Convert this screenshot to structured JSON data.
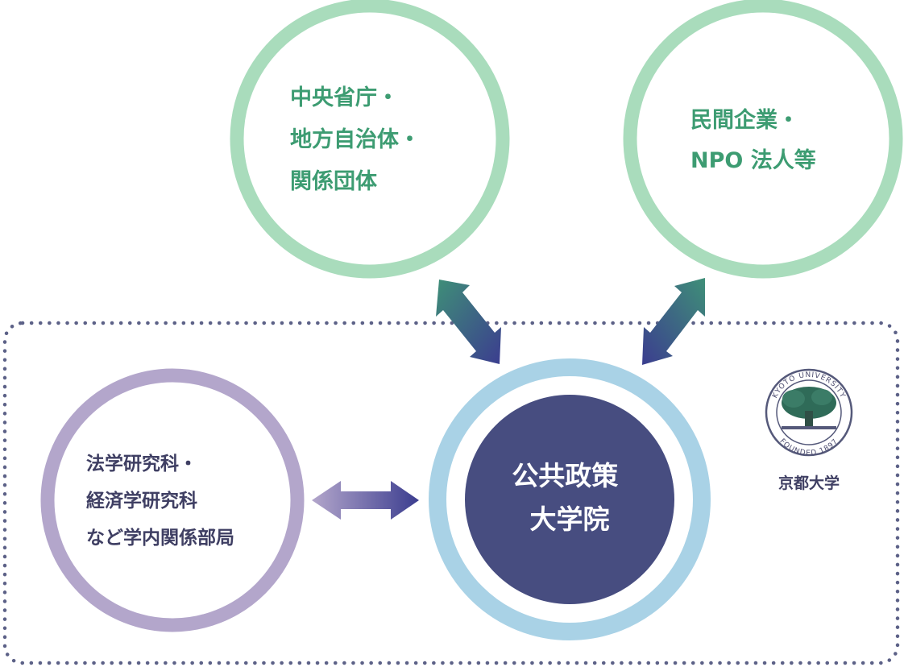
{
  "nodes": {
    "government": {
      "lines": [
        "中央省庁・",
        "地方自治体・",
        "関係団体"
      ]
    },
    "private": {
      "lines": [
        "民間企業・",
        "NPO 法人等"
      ]
    },
    "departments": {
      "lines": [
        "法学研究科・",
        "経済学研究科",
        "など学内関係部局"
      ]
    },
    "center": {
      "lines": [
        "公共政策",
        "大学院"
      ]
    }
  },
  "university": {
    "label": "京都大学",
    "seal_top": "KYOTO UNIVERSITY",
    "seal_bottom": "FOUNDED 1897"
  },
  "colors": {
    "green_ring": "#a9dcbc",
    "green_text": "#3d9c72",
    "purple_ring": "#b3a6cb",
    "blue_ring": "#a9d2e6",
    "center_fill": "#474d80",
    "dashed_border": "#5c6187",
    "arrow_start": "#3f8f78",
    "arrow_end": "#3b3d8f"
  }
}
